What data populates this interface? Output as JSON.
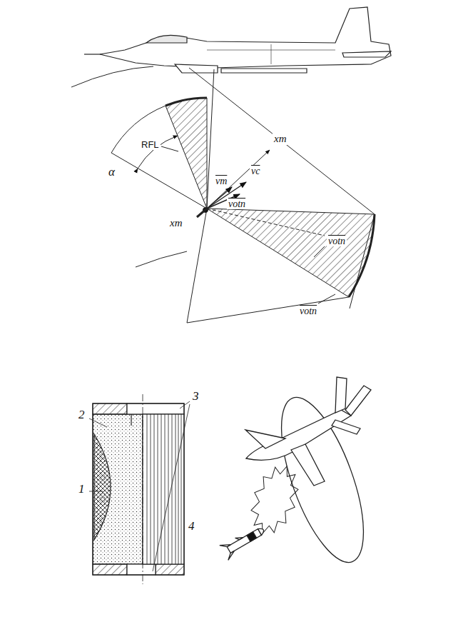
{
  "diagram": {
    "labels": [
      "RFL",
      "α",
      "xm",
      "vm",
      "vc",
      "votn",
      "xm",
      "votn",
      "votn",
      "2",
      "1",
      "3",
      "4"
    ]
  }
}
